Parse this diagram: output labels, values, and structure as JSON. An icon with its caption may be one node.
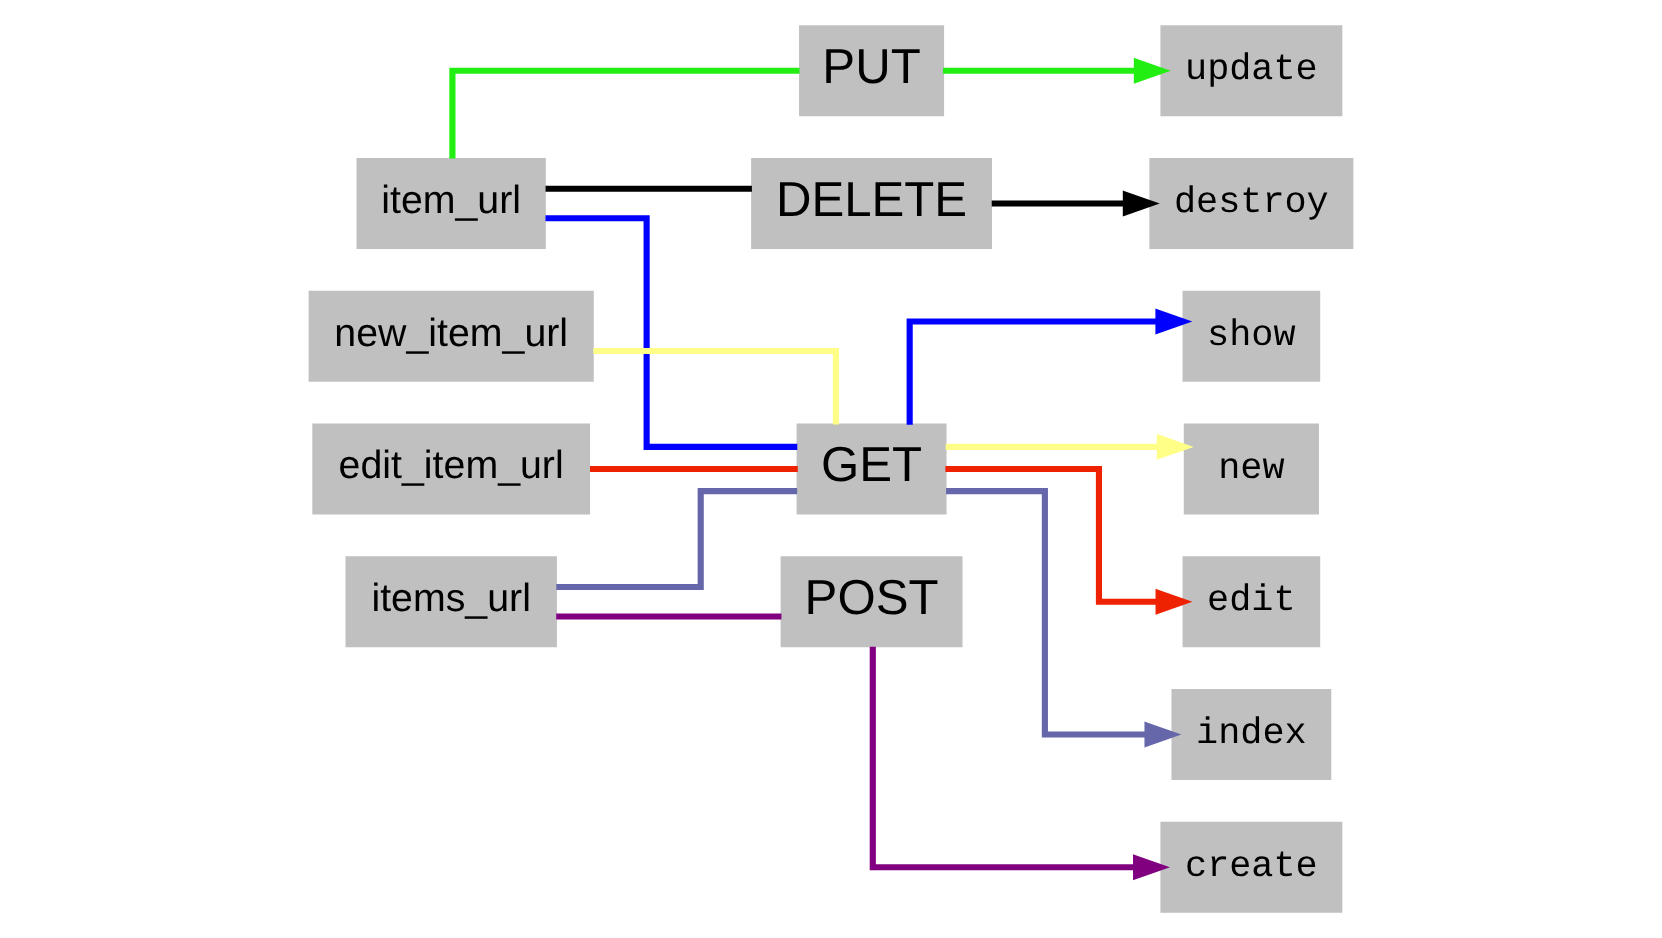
{
  "diagram": {
    "nodes": [
      {
        "text": [
          "item_url"
        ]
      },
      {
        "text": [
          "new_item_url"
        ]
      },
      {
        "text": [
          "edit_item_url"
        ]
      },
      {
        "text": [
          "items_url"
        ]
      },
      {
        "text": [
          "PUT"
        ]
      },
      {
        "text": [
          "DELETE"
        ]
      },
      {
        "text": [
          "GET"
        ]
      },
      {
        "text": [
          "POST"
        ]
      },
      {
        "text": [
          "update"
        ]
      },
      {
        "text": [
          "destroy"
        ]
      },
      {
        "text": [
          "show"
        ]
      },
      {
        "text": [
          "new"
        ]
      },
      {
        "text": [
          "edit"
        ]
      },
      {
        "text": [
          "index"
        ]
      },
      {
        "text": [
          "create"
        ]
      }
    ],
    "edges": [
      {
        "from": 0,
        "to": 4,
        "arrow": "none",
        "color": "#22ee11"
      },
      {
        "from": 4,
        "to": 8,
        "arrow": "to",
        "color": "#22ee11"
      },
      {
        "from": 0,
        "to": 5,
        "arrow": "none",
        "color": "#000000"
      },
      {
        "from": 5,
        "to": 9,
        "arrow": "to",
        "color": "#000000"
      },
      {
        "from": 0,
        "to": 6,
        "arrow": "none",
        "color": "#0000ff"
      },
      {
        "from": 6,
        "to": 10,
        "arrow": "to",
        "color": "#0000ff"
      },
      {
        "from": 1,
        "to": 6,
        "arrow": "none",
        "color": "#ffff88"
      },
      {
        "from": 6,
        "to": 11,
        "arrow": "to",
        "color": "#ffff88"
      },
      {
        "from": 2,
        "to": 6,
        "arrow": "none",
        "color": "#ee2200"
      },
      {
        "from": 6,
        "to": 12,
        "arrow": "to",
        "color": "#ee2200"
      },
      {
        "from": 3,
        "to": 6,
        "arrow": "none",
        "color": "#6666aa"
      },
      {
        "from": 6,
        "to": 13,
        "arrow": "to",
        "color": "#6666aa"
      },
      {
        "from": 3,
        "to": 7,
        "arrow": "none",
        "color": "#800080"
      },
      {
        "from": 7,
        "to": 14,
        "arrow": "to",
        "color": "#800080"
      }
    ]
  }
}
